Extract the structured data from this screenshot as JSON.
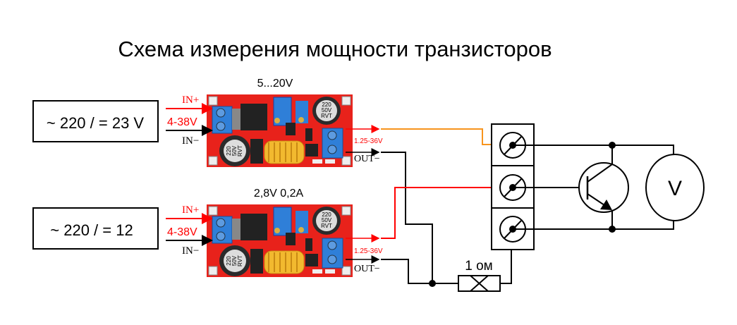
{
  "title": "Схема измерения мощности транзисторов",
  "supplies": [
    {
      "label": "~ 220 / = 23 V",
      "module_range": "5...20V"
    },
    {
      "label": "~ 220 / = 12",
      "module_range": "2,8V 0,2A"
    }
  ],
  "module": {
    "in_plus": "IN+",
    "in_range": "4-38V",
    "in_minus": "IN−",
    "out_range": "1.25-36V",
    "out_minus": "OUT−",
    "cap_text": [
      "220",
      "50V",
      "RVT"
    ]
  },
  "resistor_label": "1 ом",
  "voltmeter_label": "V",
  "colors": {
    "positive_wire": "#ff0000",
    "collector_wire": "#f7941d",
    "board": "#e8221b",
    "terminal": "#2f7fd8"
  }
}
